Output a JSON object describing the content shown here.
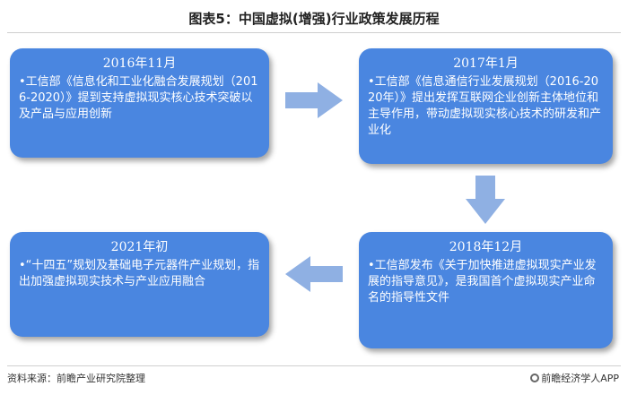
{
  "title": "图表5：中国虚拟(增强)行业政策发展历程",
  "boxes": {
    "b2016": {
      "date": "2016年11月",
      "text": "•工信部《信息化和工业化融合发展规划（2016-2020）》提到支持虚拟现实核心技术突破以及产品与应用创新"
    },
    "b2017": {
      "date": "2017年1月",
      "text": "•工信部《信息通信行业发展规划（2016-2020年）》提出发挥互联网企业创新主体地位和主导作用，带动虚拟现实核心技术的研发和产业化"
    },
    "b2018": {
      "date": "2018年12月",
      "text": "•工信部发布《关于加快推进虚拟现实产业发展的指导意见》，是我国首个虚拟现实产业命名的指导性文件"
    },
    "b2021": {
      "date": "2021年初",
      "text": "•“十四五”规划及基础电子元器件产业规划，指出加强虚拟现实技术与产业应用融合"
    }
  },
  "footer": {
    "source": "资料来源：前瞻产业研究院整理",
    "brand": "前瞻经济学人APP"
  },
  "colors": {
    "box": "#4a86e0",
    "arrow": "#8fb0e3"
  }
}
